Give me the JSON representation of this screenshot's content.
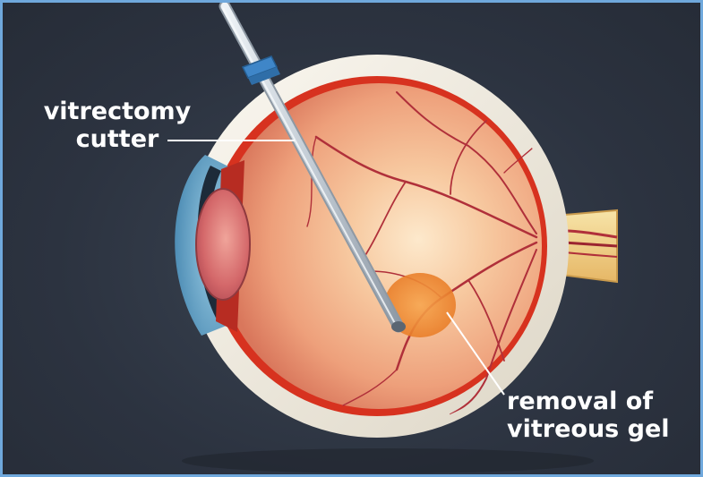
{
  "labels": {
    "cutter": {
      "line1": "vitrectomy",
      "line2": "cutter"
    },
    "gel": {
      "line1": "removal of",
      "line2": "vitreous gel"
    }
  },
  "colors": {
    "background": "#2c3340",
    "border": "#6fa8dc",
    "sclera": "#f1ede3",
    "choroid": "#d7321f",
    "retina": "#f3b08b",
    "vitreous_highlight": "#fde7c8",
    "instrument": "#c9d3dc",
    "instrument_collar": "#3f86c8",
    "gel_spot": "#f08a2a",
    "vessel": "#b0303a",
    "optic_nerve": "#f2d28a",
    "label_text": "#ffffff"
  },
  "icons": [
    "eye-cross-section",
    "vitrectomy-probe"
  ]
}
